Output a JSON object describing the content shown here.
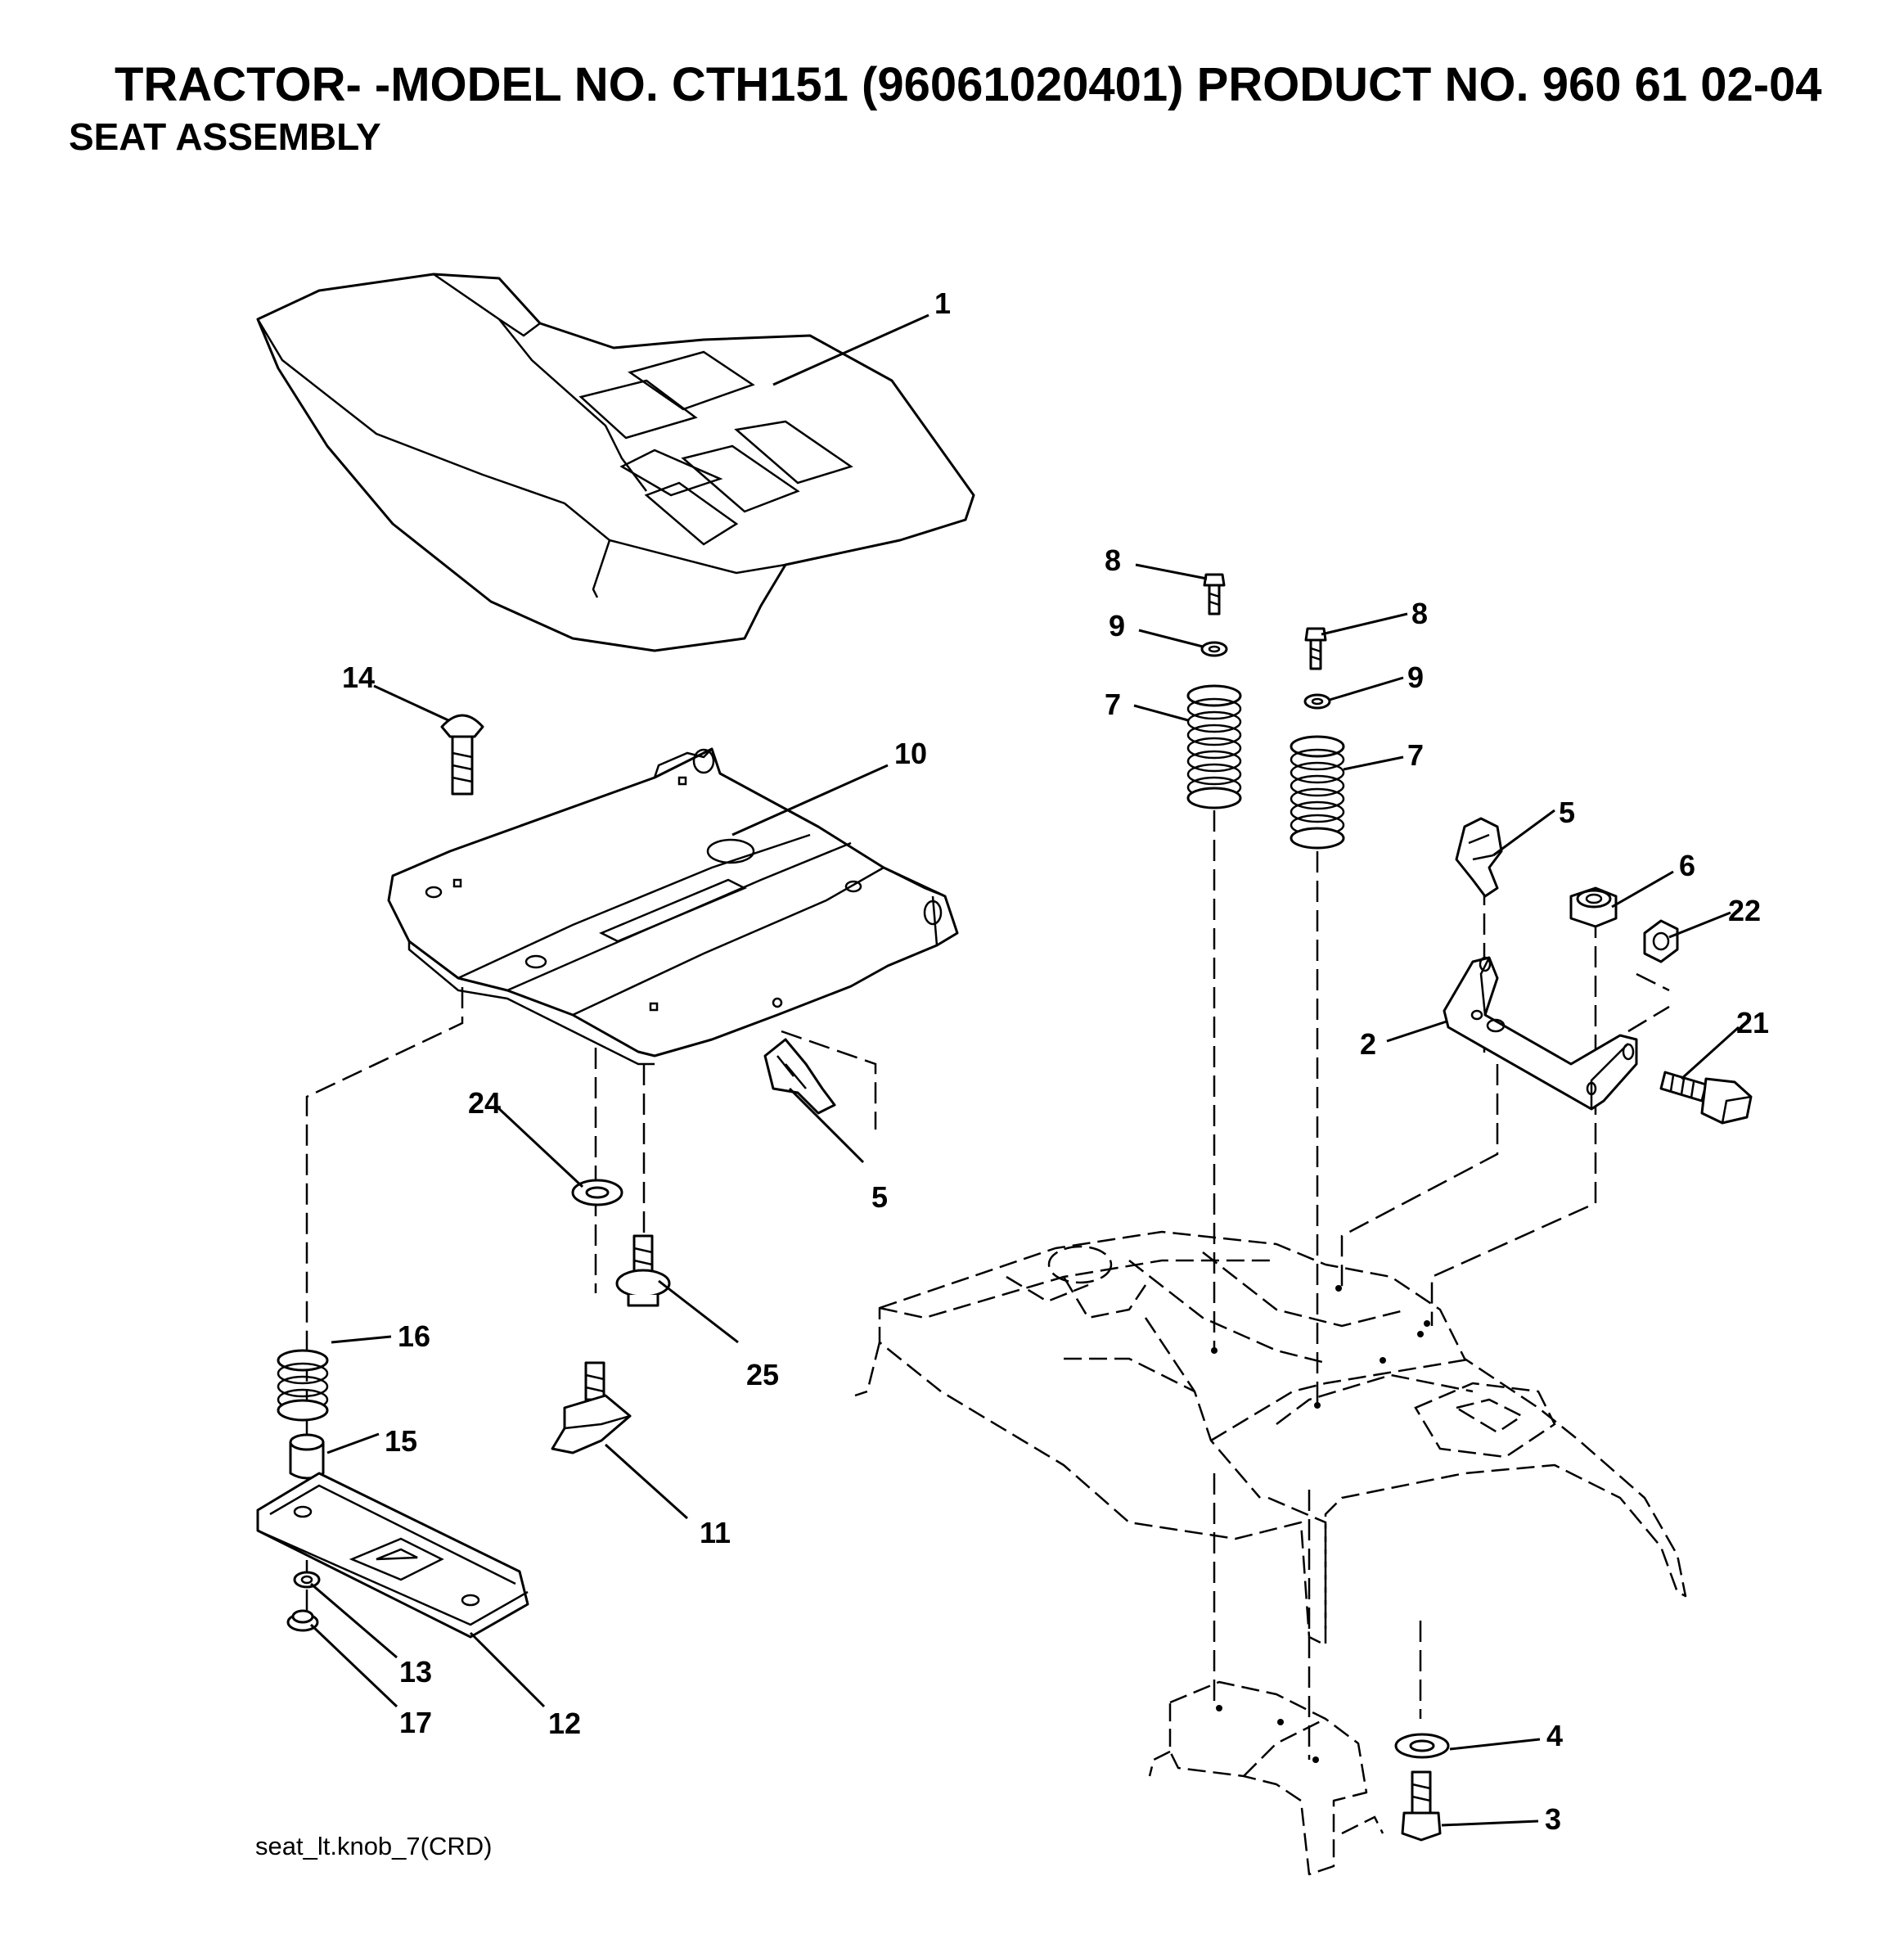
{
  "header": {
    "title": "TRACTOR- -MODEL NO. CTH151 (96061020401) PRODUCT NO. 960 61 02-04",
    "subtitle": "SEAT ASSEMBLY"
  },
  "footer": {
    "code": "seat_lt.knob_7(CRD)"
  },
  "callouts": {
    "c1": "1",
    "c2": "2",
    "c3": "3",
    "c4": "4",
    "c5a": "5",
    "c5b": "5",
    "c6": "6",
    "c7a": "7",
    "c7b": "7",
    "c8a": "8",
    "c8b": "8",
    "c9a": "9",
    "c9b": "9",
    "c10": "10",
    "c11": "11",
    "c12": "12",
    "c13": "13",
    "c14": "14",
    "c15": "15",
    "c16": "16",
    "c17": "17",
    "c21": "21",
    "c22": "22",
    "c24": "24",
    "c25": "25"
  }
}
